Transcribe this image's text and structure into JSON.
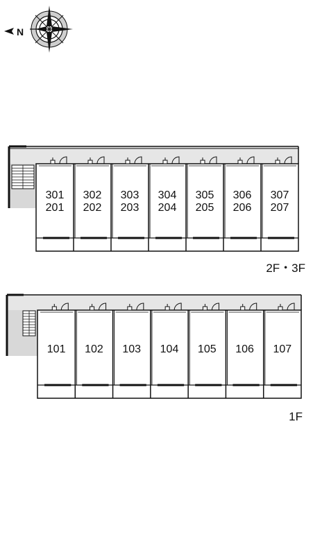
{
  "compass": {
    "letter": "N",
    "icon": "compass-rose-icon",
    "direction": "left"
  },
  "floors": [
    {
      "label": "2F・3F",
      "units": [
        [
          "301",
          "201"
        ],
        [
          "302",
          "202"
        ],
        [
          "303",
          "203"
        ],
        [
          "304",
          "204"
        ],
        [
          "305",
          "205"
        ],
        [
          "306",
          "206"
        ],
        [
          "307",
          "207"
        ]
      ]
    },
    {
      "label": "1F",
      "units": [
        [
          "101"
        ],
        [
          "102"
        ],
        [
          "103"
        ],
        [
          "104"
        ],
        [
          "105"
        ],
        [
          "106"
        ],
        [
          "107"
        ]
      ]
    }
  ],
  "colors": {
    "line": "#111111",
    "corridor": "#e6e6e6",
    "stair_landing": "#d8d8d8",
    "background": "#ffffff"
  }
}
